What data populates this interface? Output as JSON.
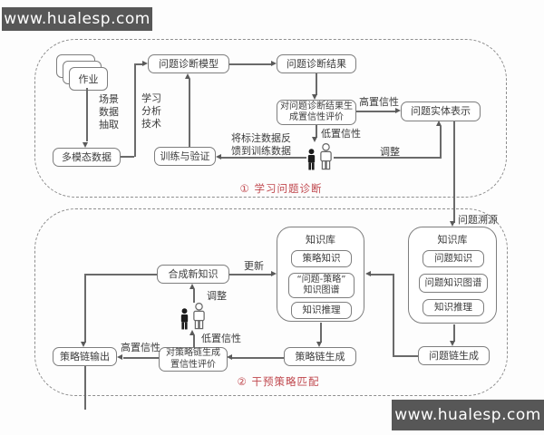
{
  "watermarks": {
    "top": "www.hualesp.com",
    "bottom": "www.hualesp.com"
  },
  "colors": {
    "accent_red": "#c0484e",
    "box_border": "#7e7e7e",
    "watermark_bg": "#575757"
  },
  "section1": {
    "caption": "①  学习问题诊断",
    "nodes": {
      "homework": "作业",
      "multimodal": "多模态数据",
      "train_validate": "训练与验证",
      "diag_model": "问题诊断模型",
      "diag_result": "问题诊断结果",
      "conf_eval": "对问题诊断结果生\n成置信性评价",
      "entity_repr": "问题实体表示"
    },
    "labels": {
      "scene_extract": "场景\n数据\n抽取",
      "learning_tech": "学习\n分析\n技术",
      "high_conf": "高置信性",
      "low_conf": "低置信性",
      "feedback": "将标注数据反\n馈到训练数据",
      "adjust": "调整"
    }
  },
  "section2": {
    "caption": "②  干预策略匹配",
    "trace_label": "问题溯源",
    "nodes": {
      "synthesize": "合成新知识",
      "kb_left": {
        "title": "知识库",
        "items": [
          "策略知识",
          "“问题-策略”\n知识图谱",
          "知识推理"
        ]
      },
      "kb_right": {
        "title": "知识库",
        "items": [
          "问题知识",
          "问题知识图谱",
          "知识推理"
        ]
      },
      "strategy_chain_gen": "策略链生成",
      "problem_chain_gen": "问题链生成",
      "strategy_eval": "对策略链生成\n置信性评价",
      "strategy_output": "策略链输出"
    },
    "labels": {
      "update": "更新",
      "adjust": "调整",
      "low_conf": "低置信性",
      "high_conf": "高置信性"
    }
  }
}
